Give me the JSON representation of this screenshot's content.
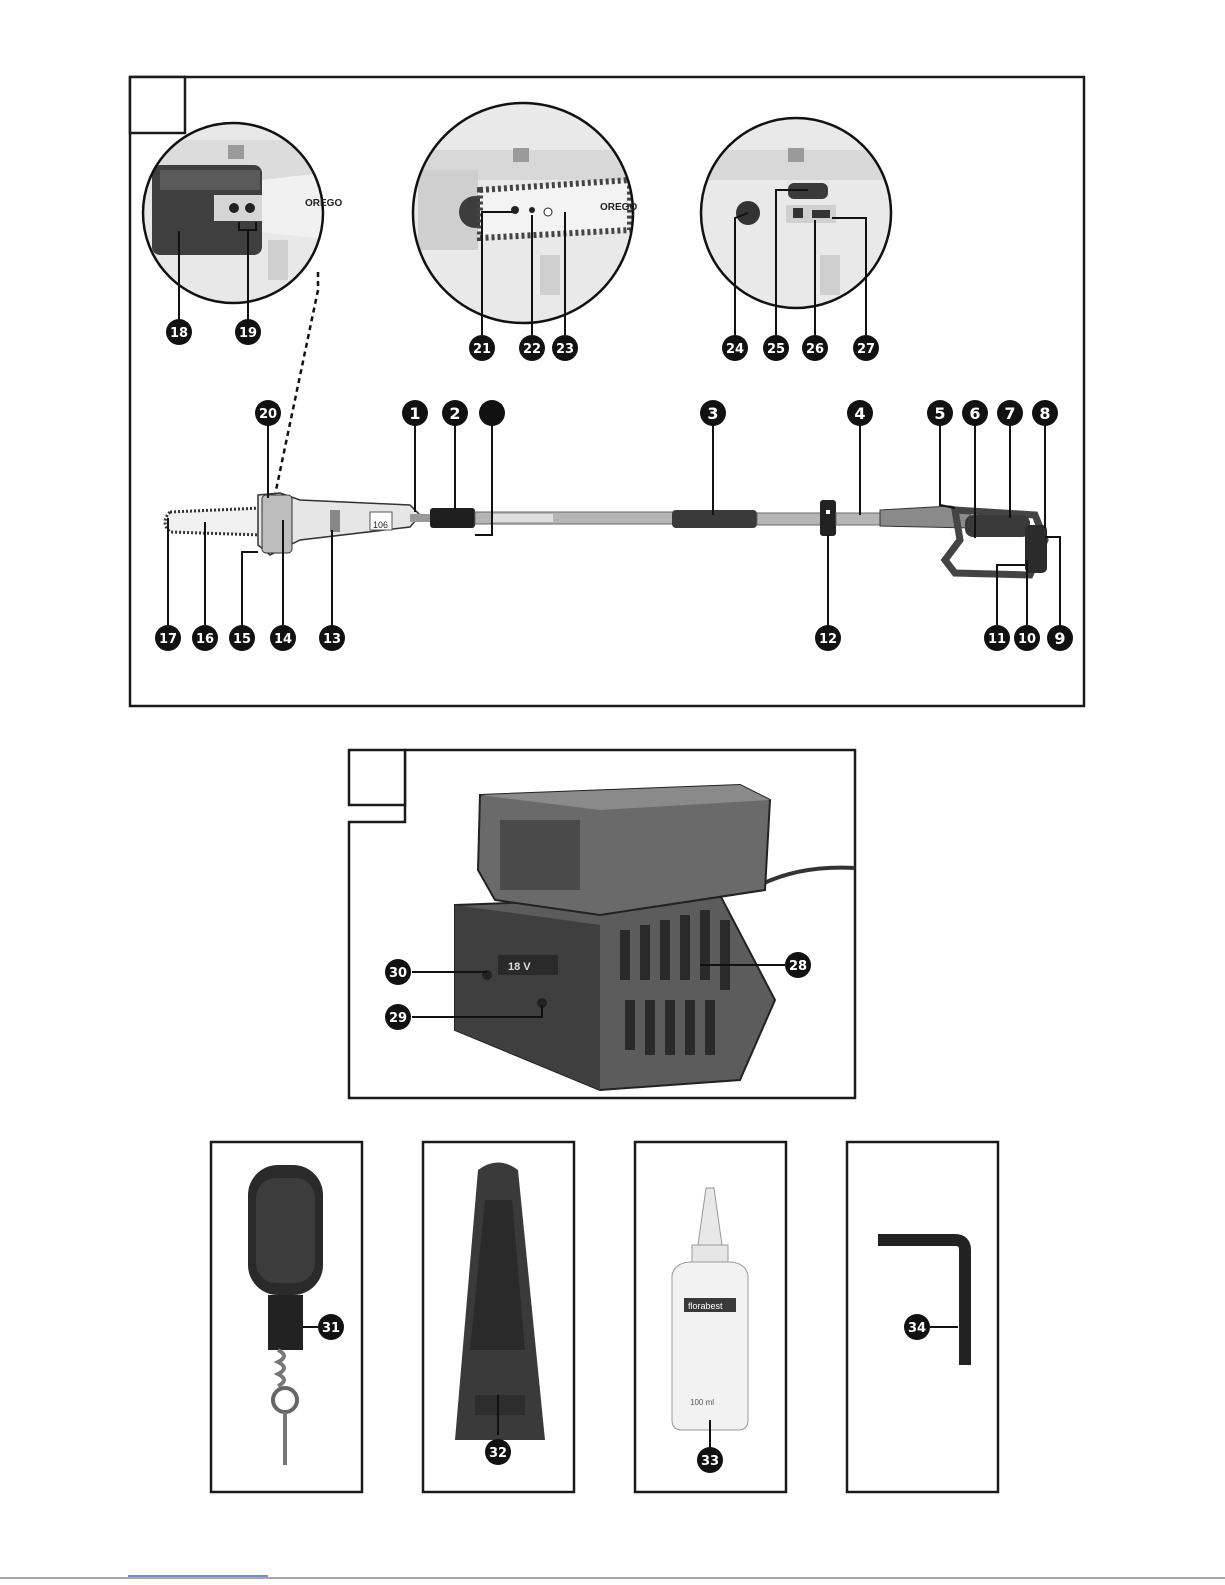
{
  "figure": {
    "callouts_top": [
      "1",
      "2",
      "3",
      "4",
      "5",
      "6",
      "7",
      "8",
      "9",
      "10",
      "11",
      "12",
      "13",
      "14",
      "15",
      "16",
      "17",
      "18",
      "19",
      "20",
      "21",
      "22",
      "23",
      "24",
      "25",
      "26",
      "27"
    ],
    "callouts_charger": [
      "28",
      "29",
      "30"
    ],
    "callouts_accessories": [
      "31",
      "32",
      "33",
      "34"
    ],
    "tool_label": "106",
    "brand_blade": "OREGO",
    "brand_blade_2": "OREGO",
    "charger_voltage": "18 V",
    "oil_brand": "florabest",
    "oil_volume": "100 ml"
  },
  "colors": {
    "ink": "#111111",
    "frame": "#1a1a1a",
    "device_dark": "#3a3a3a",
    "device_mid": "#7d7d7d",
    "device_light": "#d0d0d0"
  }
}
